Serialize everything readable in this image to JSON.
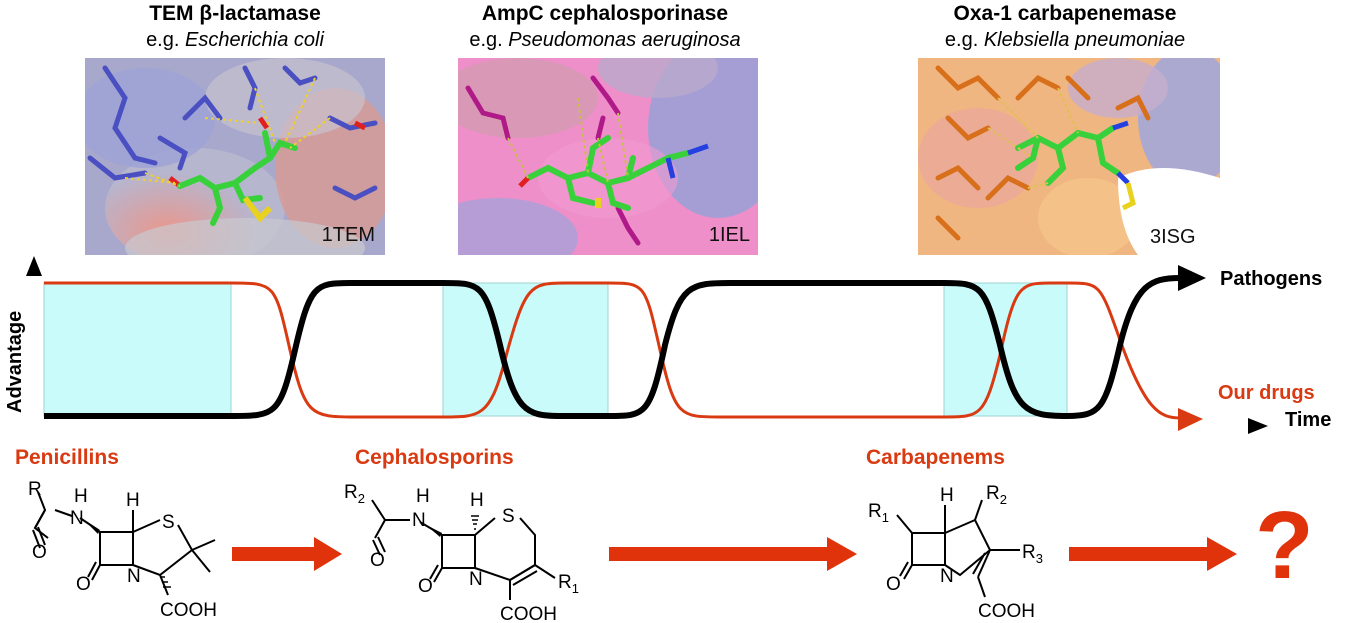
{
  "enzymes": [
    {
      "title": "TEM β-lactamase",
      "prefix": "e.g. ",
      "organism": "Escherichia coli",
      "pdb": "1TEM"
    },
    {
      "title": "AmpC cephalosporinase",
      "prefix": "e.g. ",
      "organism": "Pseudomonas aeruginosa",
      "pdb": "1IEL"
    },
    {
      "title": "Oxa-1 carbapenemase",
      "prefix": "e.g. ",
      "organism": "Klebsiella pneumoniae",
      "pdb": "3ISG"
    }
  ],
  "axes": {
    "y_label": "Advantage",
    "x_label": "Time"
  },
  "legend": {
    "pathogens": "Pathogens",
    "our_drugs": "Our drugs"
  },
  "classes": [
    {
      "label": "Penicillins"
    },
    {
      "label": "Cephalosporins"
    },
    {
      "label": "Carbapenems"
    }
  ],
  "future": {
    "symbol": "?"
  },
  "colors": {
    "drugs": "#d93a12",
    "pathogens": "#000000",
    "highlight": "#c9fbfb",
    "arrow": "#e0330c"
  },
  "structures": {
    "penicillin": {
      "R": "R",
      "H_amide": "H",
      "H_ring": "H",
      "S": "S",
      "O_amide": "O",
      "O_lactam": "O",
      "N": "N",
      "acid": "COOH"
    },
    "cephalosporin": {
      "R2": "R",
      "R2_sub": "2",
      "H_amide": "H",
      "H_ring": "H",
      "S": "S",
      "O_amide": "O",
      "O_lactam": "O",
      "N": "N",
      "R1": "R",
      "R1_sub": "1",
      "acid": "COOH"
    },
    "carbapenem": {
      "R1": "R",
      "R1_sub": "1",
      "H_ring": "H",
      "R2": "R",
      "R2_sub": "2",
      "R3": "R",
      "R3_sub": "3",
      "O_lactam": "O",
      "N": "N",
      "acid": "COOH"
    }
  }
}
